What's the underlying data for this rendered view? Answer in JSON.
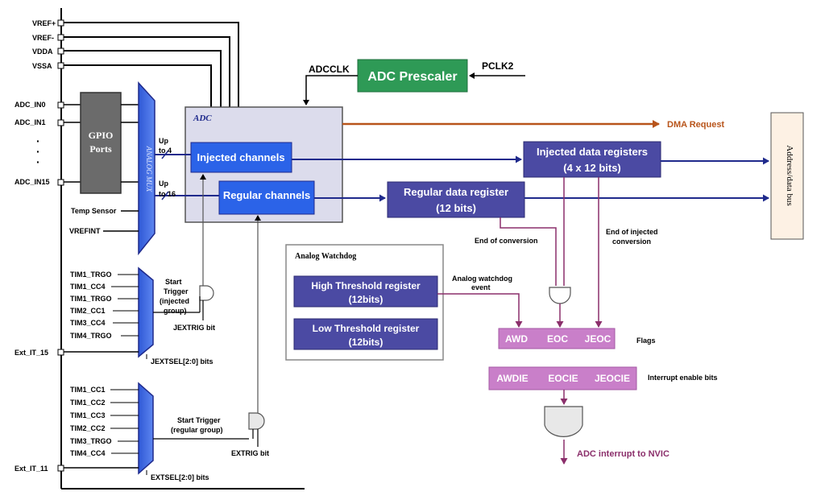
{
  "power_pins": [
    "VREF+",
    "VREF-",
    "VDDA",
    "VSSA"
  ],
  "adc_inputs": [
    "ADC_IN0",
    "ADC_IN1",
    "ADC_IN15"
  ],
  "adc_dots": "·\n·\n·",
  "gpio": {
    "line1": "GPIO",
    "line2": "Ports"
  },
  "analog_mux": "ANALOG MUX",
  "temp_sensor": "Temp Sensor",
  "vrefint": "VREFINT",
  "clock": {
    "adcclk": "ADCCLK",
    "prescaler": "ADC Prescaler",
    "pclk2": "PCLK2"
  },
  "adc": {
    "title": "ADC",
    "injected": "Injected channels",
    "regular": "Regular channels"
  },
  "up4": {
    "line1": "Up",
    "line2": "to 4"
  },
  "up16": {
    "line1": "Up",
    "line2": "to 16"
  },
  "dma_request": "DMA Request",
  "injected_data": {
    "line1": "Injected data registers",
    "line2": "(4 x 12 bits)"
  },
  "regular_data": {
    "line1": "Regular data register",
    "line2": "(12 bits)"
  },
  "address_bus": "Address/data bus",
  "end_of_conversion": "End of conversion",
  "end_of_injected": {
    "line1": "End of injected",
    "line2": "conversion"
  },
  "watchdog": {
    "title": "Analog Watchdog",
    "high": {
      "line1": "High Threshold register",
      "line2": "(12bits)"
    },
    "low": {
      "line1": "Low Threshold register",
      "line2": "(12bits)"
    },
    "event": {
      "line1": "Analog watchdog",
      "line2": "event"
    }
  },
  "flags": {
    "awd": "AWD",
    "eoc": "EOC",
    "jeoc": "JEOC",
    "label": "Flags"
  },
  "int_enable": {
    "awdie": "AWDIE",
    "eocie": "EOCIE",
    "jeocie": "JEOCIE",
    "label": "Interrupt enable bits"
  },
  "nvic": "ADC interrupt to NVIC",
  "injected_triggers": [
    "TIM1_TRGO",
    "TIM1_CC4",
    "TIM1_TRGO",
    "TIM2_CC1",
    "TIM3_CC4",
    "TIM4_TRGO"
  ],
  "ext_it_15": "Ext_IT_15",
  "start_trigger_injected": {
    "line1": "Start",
    "line2": "Trigger",
    "line3": "(injected",
    "line4": "group)"
  },
  "jextrig": "JEXTRIG bit",
  "jextsel": "JEXTSEL[2:0] bits",
  "regular_triggers": [
    "TIM1_CC1",
    "TIM1_CC2",
    "TIM1_CC3",
    "TIM2_CC2",
    "TIM3_TRGO",
    "TIM4_CC4"
  ],
  "ext_it_11": "Ext_IT_11",
  "start_trigger_regular": {
    "line1": "Start Trigger",
    "line2": "(regular group)"
  },
  "extrig": "EXTRIG bit",
  "extsel": "EXTSEL[2:0] bits",
  "colors": {
    "navy": "#1f2a8c",
    "blue_block": "#2b63e8",
    "purple_reg": "#4b4aa3",
    "green": "#2e9a56",
    "brown": "#b8541a",
    "pink": "#c97fc9",
    "purple_line": "#8b2f6b"
  }
}
